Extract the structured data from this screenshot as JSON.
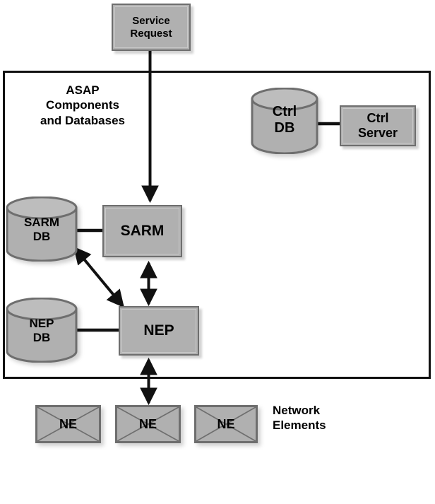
{
  "diagram": {
    "title": "ASAP Components and Databases Architecture",
    "background": "#ffffff",
    "colors": {
      "node_fill": "#b0b0b0",
      "node_border": "#6e6e6e",
      "frame_border": "#111111",
      "connector": "#111111",
      "text": "#000000"
    }
  },
  "nodes": {
    "service_request": {
      "label_line1": "Service",
      "label_line2": "Request",
      "shape": "rectangle"
    },
    "asap_frame": {
      "label_line1": "ASAP",
      "label_line2": "Components",
      "label_line3": "and Databases",
      "shape": "container"
    },
    "ctrl_db": {
      "label_line1": "Ctrl",
      "label_line2": "DB",
      "shape": "cylinder"
    },
    "ctrl_server": {
      "label_line1": "Ctrl",
      "label_line2": "Server",
      "shape": "rectangle"
    },
    "sarm_db": {
      "label_line1": "SARM",
      "label_line2": "DB",
      "shape": "cylinder"
    },
    "sarm": {
      "label_line1": "SARM",
      "shape": "rectangle"
    },
    "nep_db": {
      "label_line1": "NEP",
      "label_line2": "DB",
      "shape": "cylinder"
    },
    "nep": {
      "label_line1": "NEP",
      "shape": "rectangle"
    },
    "network_elements": {
      "label_line1": "Network",
      "label_line2": "Elements",
      "items": [
        {
          "label": "NE"
        },
        {
          "label": "NE"
        },
        {
          "label": "NE"
        }
      ]
    }
  },
  "connectors": [
    {
      "name": "service-request-to-sarm",
      "from": "service_request",
      "to": "sarm",
      "style": "arrow-single"
    },
    {
      "name": "sarm-db-to-sarm",
      "from": "sarm_db",
      "to": "sarm",
      "style": "line"
    },
    {
      "name": "sarm-to-nep",
      "from": "sarm",
      "to": "nep",
      "style": "arrow-double"
    },
    {
      "name": "sarm-db-to-nep",
      "from": "sarm_db",
      "to": "nep",
      "style": "arrow-double"
    },
    {
      "name": "nep-db-to-nep",
      "from": "nep_db",
      "to": "nep",
      "style": "line"
    },
    {
      "name": "nep-to-network-elements",
      "from": "nep",
      "to": "network_elements",
      "style": "arrow-double"
    },
    {
      "name": "ctrl-db-to-ctrl-server",
      "from": "ctrl_db",
      "to": "ctrl_server",
      "style": "line"
    }
  ]
}
